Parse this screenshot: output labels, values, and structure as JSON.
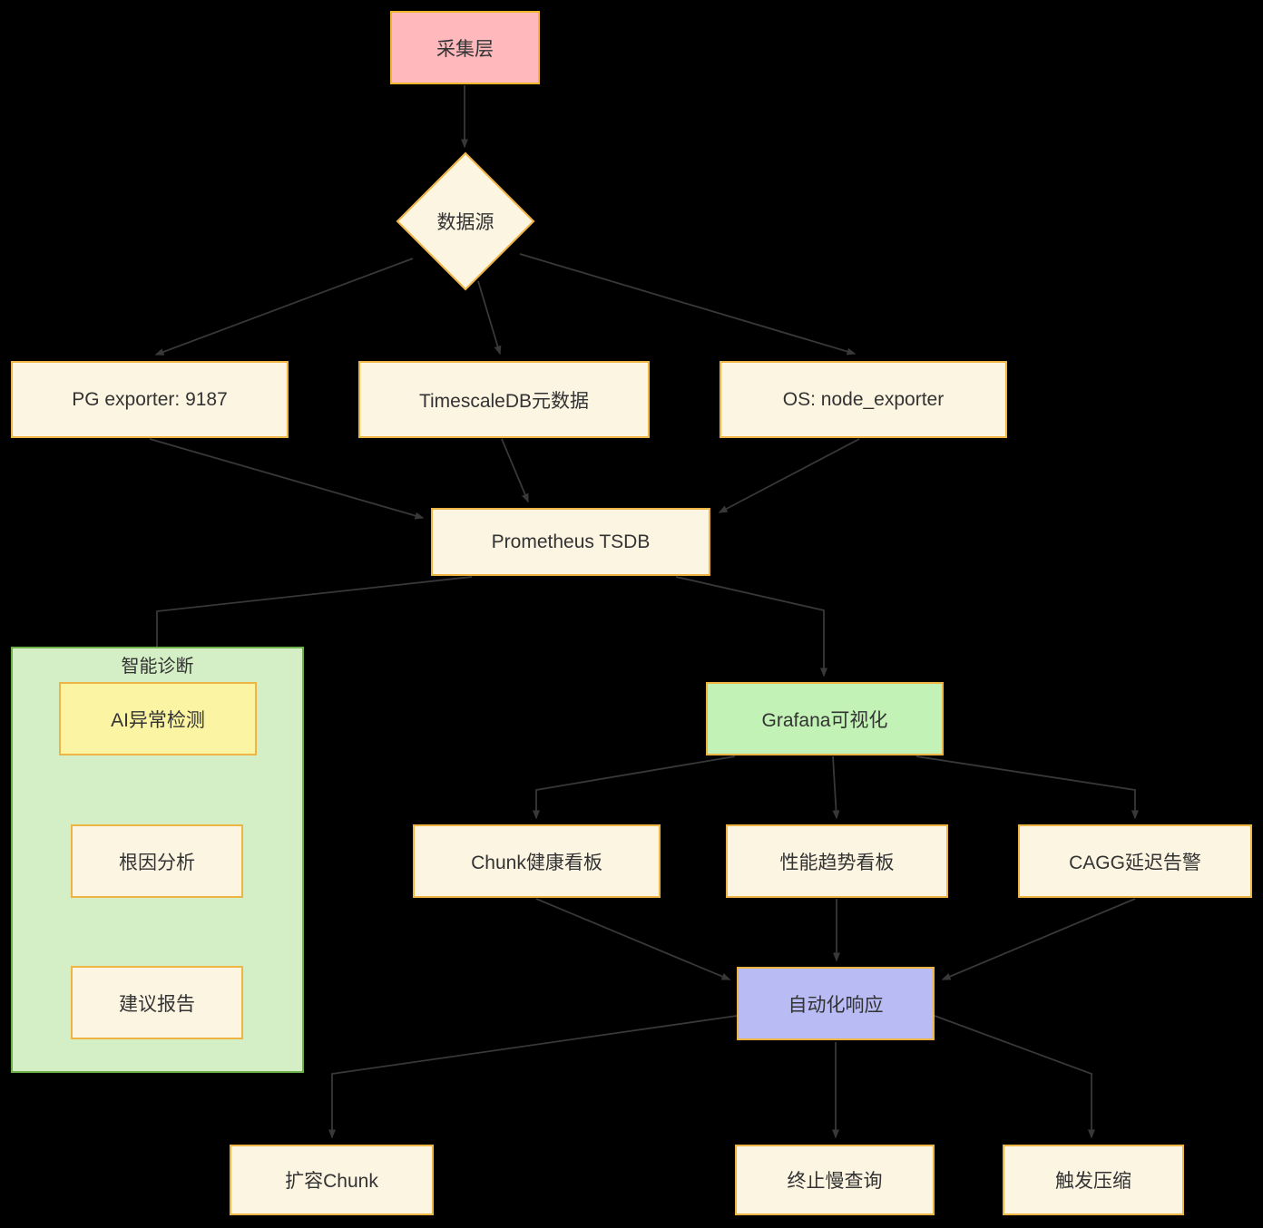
{
  "diagram_type": "flowchart",
  "background_color": "#000000",
  "edge_color": "#383838",
  "node_border_color": "#eeb545",
  "nodes": {
    "collection_layer": {
      "label": "采集层",
      "shape": "rect",
      "fill": "#ffb9bd"
    },
    "data_source": {
      "label": "数据源",
      "shape": "diamond",
      "fill": "#fcf5e2"
    },
    "pg_exporter": {
      "label": "PG exporter: 9187",
      "shape": "rect",
      "fill": "#fcf5e2"
    },
    "timescaledb_metadata": {
      "label": "TimescaleDB元数据",
      "shape": "rect",
      "fill": "#fcf5e2"
    },
    "os_node_exporter": {
      "label": "OS: node_exporter",
      "shape": "rect",
      "fill": "#fcf5e2"
    },
    "prometheus_tsdb": {
      "label": "Prometheus TSDB",
      "shape": "rect",
      "fill": "#fcf5e2"
    },
    "smart_diagnosis_group": {
      "label": "智能诊断",
      "shape": "subgraph",
      "fill": "#d4efc5",
      "border": "#6fae4a"
    },
    "ai_anomaly_detection": {
      "label": "AI异常检测",
      "shape": "rect",
      "fill": "#fbf5a3"
    },
    "root_cause_analysis": {
      "label": "根因分析",
      "shape": "rect",
      "fill": "#fcf5e2"
    },
    "suggestion_report": {
      "label": "建议报告",
      "shape": "rect",
      "fill": "#fcf5e2"
    },
    "grafana_visualization": {
      "label": "Grafana可视化",
      "shape": "rect",
      "fill": "#c2f2b5"
    },
    "chunk_health_dashboard": {
      "label": "Chunk健康看板",
      "shape": "rect",
      "fill": "#fcf5e2"
    },
    "performance_trend_dashboard": {
      "label": "性能趋势看板",
      "shape": "rect",
      "fill": "#fcf5e2"
    },
    "cagg_delay_alert": {
      "label": "CAGG延迟告警",
      "shape": "rect",
      "fill": "#fcf5e2"
    },
    "automated_response": {
      "label": "自动化响应",
      "shape": "rect",
      "fill": "#b9bbf5"
    },
    "expand_chunk": {
      "label": "扩容Chunk",
      "shape": "rect",
      "fill": "#fcf5e2"
    },
    "kill_slow_query": {
      "label": "终止慢查询",
      "shape": "rect",
      "fill": "#fcf5e2"
    },
    "trigger_compression": {
      "label": "触发压缩",
      "shape": "rect",
      "fill": "#fcf5e2"
    }
  },
  "edges": [
    {
      "from": "采集层",
      "to": "数据源"
    },
    {
      "from": "数据源",
      "to": "PG exporter: 9187"
    },
    {
      "from": "数据源",
      "to": "TimescaleDB元数据"
    },
    {
      "from": "数据源",
      "to": "OS: node_exporter"
    },
    {
      "from": "PG exporter: 9187",
      "to": "Prometheus TSDB"
    },
    {
      "from": "TimescaleDB元数据",
      "to": "Prometheus TSDB"
    },
    {
      "from": "OS: node_exporter",
      "to": "Prometheus TSDB"
    },
    {
      "from": "Prometheus TSDB",
      "to": "AI异常检测"
    },
    {
      "from": "Prometheus TSDB",
      "to": "Grafana可视化"
    },
    {
      "from": "AI异常检测",
      "to": "根因分析"
    },
    {
      "from": "根因分析",
      "to": "建议报告"
    },
    {
      "from": "Grafana可视化",
      "to": "Chunk健康看板"
    },
    {
      "from": "Grafana可视化",
      "to": "性能趋势看板"
    },
    {
      "from": "Grafana可视化",
      "to": "CAGG延迟告警"
    },
    {
      "from": "Chunk健康看板",
      "to": "自动化响应"
    },
    {
      "from": "性能趋势看板",
      "to": "自动化响应"
    },
    {
      "from": "CAGG延迟告警",
      "to": "自动化响应"
    },
    {
      "from": "自动化响应",
      "to": "扩容Chunk"
    },
    {
      "from": "自动化响应",
      "to": "终止慢查询"
    },
    {
      "from": "自动化响应",
      "to": "触发压缩"
    }
  ]
}
